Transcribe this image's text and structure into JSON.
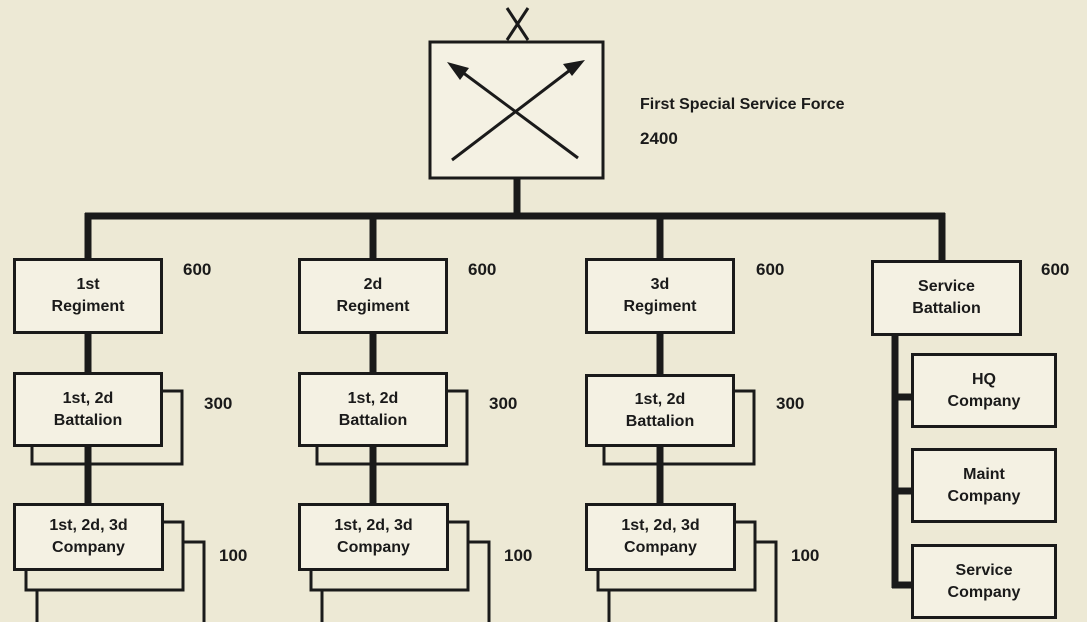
{
  "hq": {
    "name": "First Special Service Force",
    "strength": "2400"
  },
  "regiments": [
    {
      "label": "1st\nRegiment",
      "strength": "600",
      "battalion_label": "1st, 2d\nBattalion",
      "battalion_strength": "300",
      "company_label": "1st, 2d, 3d\nCompany",
      "company_strength": "100"
    },
    {
      "label": "2d\nRegiment",
      "strength": "600",
      "battalion_label": "1st, 2d\nBattalion",
      "battalion_strength": "300",
      "company_label": "1st, 2d, 3d\nCompany",
      "company_strength": "100"
    },
    {
      "label": "3d\nRegiment",
      "strength": "600",
      "battalion_label": "1st, 2d\nBattalion",
      "battalion_strength": "300",
      "company_label": "1st, 2d, 3d\nCompany",
      "company_strength": "100"
    }
  ],
  "service_battalion": {
    "label": "Service\nBattalion",
    "strength": "600",
    "companies": [
      "HQ\nCompany",
      "Maint\nCompany",
      "Service\nCompany"
    ]
  }
}
